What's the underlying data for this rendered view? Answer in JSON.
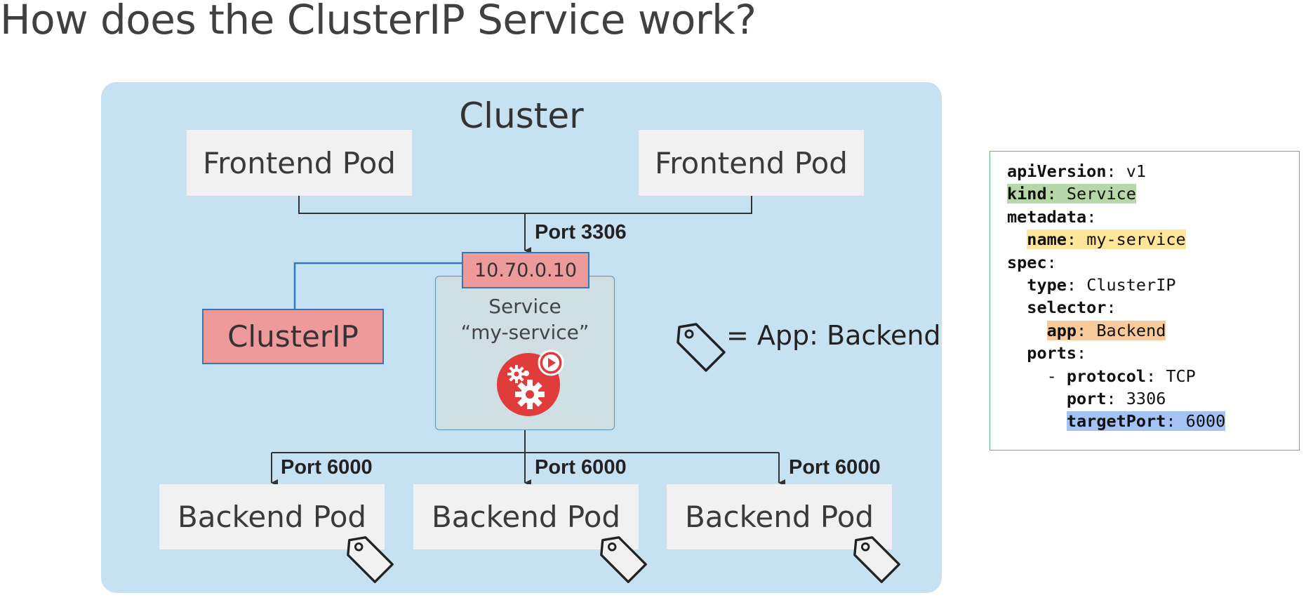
{
  "title": "How does the ClusterIP Service work?",
  "cluster": {
    "label": "Cluster",
    "frontend_pods": [
      "Frontend Pod",
      "Frontend Pod"
    ],
    "backend_pods": [
      "Backend Pod",
      "Backend Pod",
      "Backend Pod"
    ],
    "port_in": "Port 3306",
    "ports_out": [
      "Port 6000",
      "Port 6000",
      "Port 6000"
    ],
    "service_ip": "10.70.0.10",
    "service_label_line1": "Service",
    "service_label_line2": "“my-service”",
    "clusterip_label": "ClusterIP",
    "legend_text": "= App: Backend"
  },
  "colors": {
    "cluster_bg": "#c6e1f2",
    "pod_bg": "#f1f1f1",
    "service_red": "#ee9a9a",
    "service_border": "#2e7abf",
    "gear_icon": "#e03c3c",
    "yaml_border": "#5cb87a",
    "hl_kind": "#b6d7a8",
    "hl_name": "#ffe599",
    "hl_app": "#f9cb9c",
    "hl_targetport": "#a4c2f4"
  },
  "icons": [
    "tag-icon",
    "service-gear-icon"
  ],
  "yaml": {
    "apiVersion_key": "apiVersion",
    "apiVersion_val": "v1",
    "kind_key": "kind",
    "kind_val": "Service",
    "metadata_key": "metadata",
    "name_key": "name",
    "name_val": "my-service",
    "spec_key": "spec",
    "type_key": "type",
    "type_val": "ClusterIP",
    "selector_key": "selector",
    "app_key": "app",
    "app_val": "Backend",
    "ports_key": "ports",
    "protocol_key": "protocol",
    "protocol_val": "TCP",
    "port_key": "port",
    "port_val": "3306",
    "targetPort_key": "targetPort",
    "targetPort_val": "6000"
  }
}
